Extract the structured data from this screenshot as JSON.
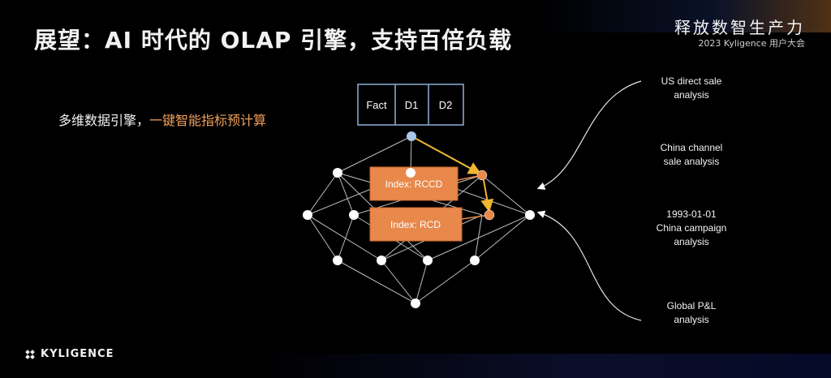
{
  "header": {
    "title": "展望：AI 时代的 OLAP 引擎，支持百倍负载",
    "brand_title": "释放数智生产力",
    "brand_subtitle": "2023 Kyligence 用户大会"
  },
  "subheading": {
    "plain": "多维数据引擎，",
    "highlight": "一键智能指标预计算"
  },
  "cube_table": {
    "cells": [
      "Fact",
      "D1",
      "D2"
    ]
  },
  "index_boxes": {
    "rccd": "Index: RCCD",
    "rcd": "Index: RCD"
  },
  "analyses": [
    {
      "lines": [
        "US direct sale",
        "analysis"
      ]
    },
    {
      "lines": [
        "China channel",
        "sale analysis"
      ]
    },
    {
      "lines": [
        "1993-01-01",
        "China campaign",
        "analysis"
      ]
    },
    {
      "lines": [
        "Global P&L",
        "analysis"
      ]
    }
  ],
  "footer": {
    "logo_text": "KYLIGENCE"
  },
  "colors": {
    "accent_orange": "#e8884a",
    "highlight_text": "#f0a05a",
    "path_yellow": "#f0b830",
    "root_node": "#a9c7e8",
    "table_border": "#8fb0d8"
  }
}
